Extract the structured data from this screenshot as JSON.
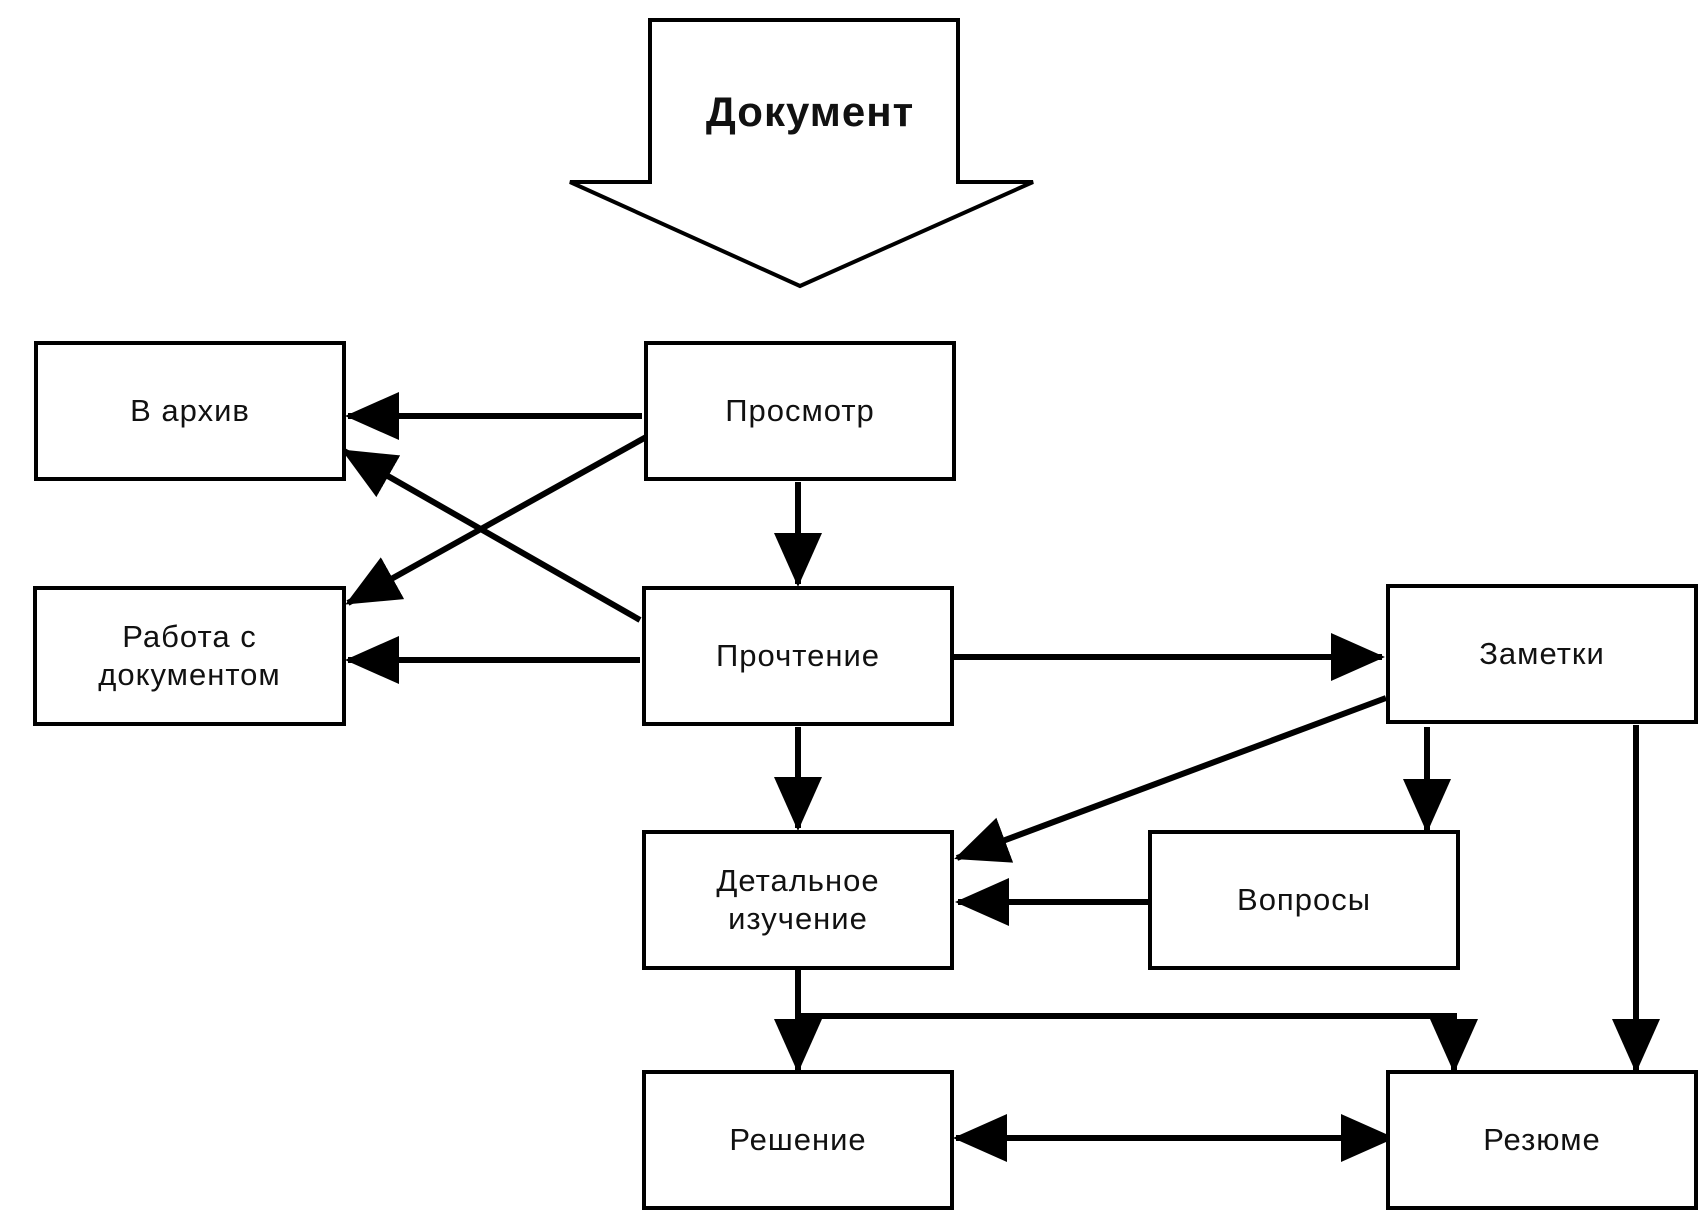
{
  "source": {
    "label": "Документ"
  },
  "nodes": {
    "archive": "В архив",
    "view": "Просмотр",
    "work": "Работа  с\nдокументом",
    "reading": "Прочтение",
    "notes": "Заметки",
    "study": "Детальное\nизучение",
    "questions": "Вопросы",
    "decision": "Решение",
    "summary": "Резюме"
  },
  "edges": [
    {
      "from": "Документ",
      "to": "Просмотр"
    },
    {
      "from": "Просмотр",
      "to": "В архив"
    },
    {
      "from": "Просмотр",
      "to": "Работа с документом"
    },
    {
      "from": "Просмотр",
      "to": "Прочтение"
    },
    {
      "from": "Прочтение",
      "to": "В архив"
    },
    {
      "from": "Прочтение",
      "to": "Работа с документом"
    },
    {
      "from": "Прочтение",
      "to": "Заметки"
    },
    {
      "from": "Прочтение",
      "to": "Детальное изучение"
    },
    {
      "from": "Заметки",
      "to": "Детальное изучение"
    },
    {
      "from": "Заметки",
      "to": "Вопросы"
    },
    {
      "from": "Заметки",
      "to": "Резюме"
    },
    {
      "from": "Вопросы",
      "to": "Детальное изучение"
    },
    {
      "from": "Детальное изучение",
      "to": "Решение"
    },
    {
      "from": "Детальное изучение",
      "to": "Резюме"
    },
    {
      "from": "Решение",
      "to": "Резюме",
      "bidirectional": true
    }
  ]
}
